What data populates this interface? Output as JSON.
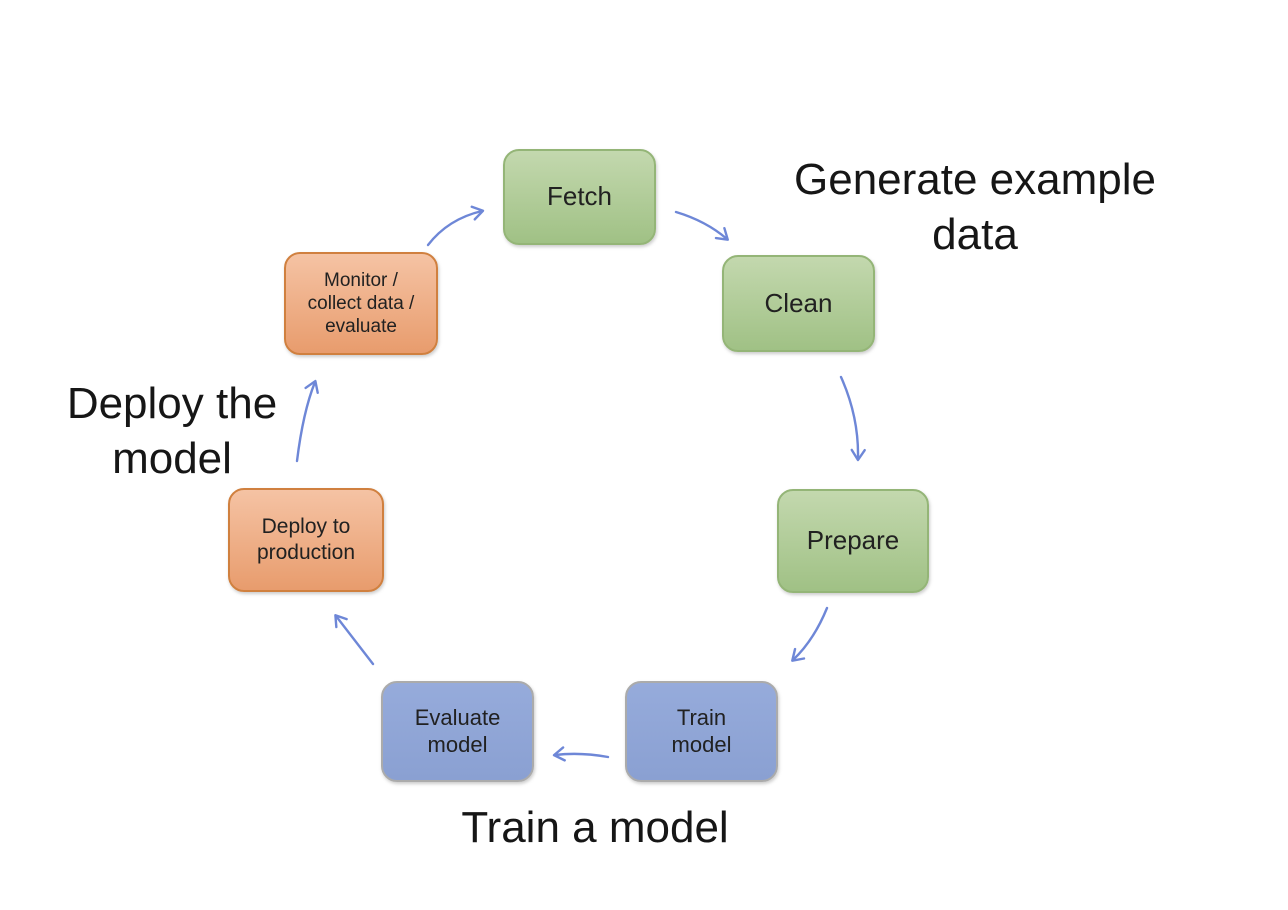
{
  "diagram": {
    "title_hint": "machine-learning lifecycle loop",
    "background": "#ffffff",
    "palette": {
      "green_fill_top": "#c3d8ae",
      "green_fill_bottom": "#a0c185",
      "green_border": "#94b577",
      "orange_fill_top": "#f5c3a4",
      "orange_fill_bottom": "#e89c6d",
      "orange_border": "#d0803f",
      "blue_fill": "#8ea4d6",
      "blue_border": "#ababab",
      "arrow_color": "#6e87d7",
      "text_color": "#212121"
    },
    "nodes": {
      "fetch": {
        "label": "Fetch",
        "color": "green"
      },
      "clean": {
        "label": "Clean",
        "color": "green"
      },
      "prepare": {
        "label": "Prepare",
        "color": "green"
      },
      "train_model": {
        "label": "Train model",
        "color": "blue"
      },
      "evaluate_model": {
        "label": "Evaluate model",
        "color": "blue"
      },
      "deploy_to_production": {
        "label": "Deploy to production",
        "color": "orange"
      },
      "monitor": {
        "label": "Monitor / collect data / evaluate",
        "color": "orange"
      }
    },
    "annotations": {
      "generate_example_data": {
        "text": "Generate example\ndata"
      },
      "deploy_the_model": {
        "text": "Deploy the\nmodel"
      },
      "train_a_model": {
        "text": "Train a model"
      }
    },
    "edges": [
      {
        "from": "fetch",
        "to": "clean"
      },
      {
        "from": "clean",
        "to": "prepare"
      },
      {
        "from": "prepare",
        "to": "train_model"
      },
      {
        "from": "train_model",
        "to": "evaluate_model"
      },
      {
        "from": "evaluate_model",
        "to": "deploy_to_production"
      },
      {
        "from": "deploy_to_production",
        "to": "monitor"
      },
      {
        "from": "monitor",
        "to": "fetch"
      }
    ]
  }
}
